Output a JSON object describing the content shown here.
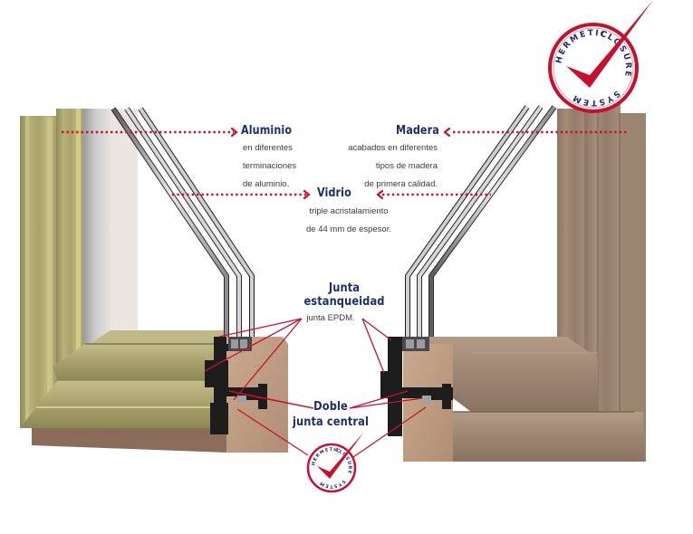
{
  "diagram": {
    "subject": "Window frame corner cross-sections: aluminium-clad wood (left) vs wood (right)",
    "colors": {
      "label_navy": "#1f2f66",
      "callout_red": "#c8102e",
      "text_gray": "#3a3a3a",
      "aluminium_olive": "#a9a46e",
      "wood_brown": "#9a8270",
      "background": "#ffffff"
    }
  },
  "callouts": {
    "aluminio": {
      "title": "Aluminio",
      "lines": [
        "en diferentes",
        "terminaciones",
        "de aluminio."
      ]
    },
    "madera": {
      "title": "Madera",
      "lines": [
        "acabados en diferentes",
        "tipos de madera",
        "de primera calidad."
      ]
    },
    "vidrio": {
      "title": "Vidrio",
      "lines": [
        "triple acristalamiento",
        "de 44 mm de espesor."
      ]
    },
    "junta": {
      "title_line1": "Junta",
      "title_line2": "estanqueidad",
      "subtitle": "junta EPDM."
    },
    "doble": {
      "title_line1": "Doble",
      "title_line2": "junta central"
    }
  },
  "badges": {
    "large": {
      "top_text": "HERMETIC",
      "right_text": "CLOSURE",
      "bottom_text": "SYSTEM",
      "icon": "check-mark-icon"
    },
    "small": {
      "top_text": "HERMETIC",
      "right_text": "CLOSURE",
      "bottom_text": "SYSTEM",
      "icon": "check-mark-icon"
    }
  }
}
